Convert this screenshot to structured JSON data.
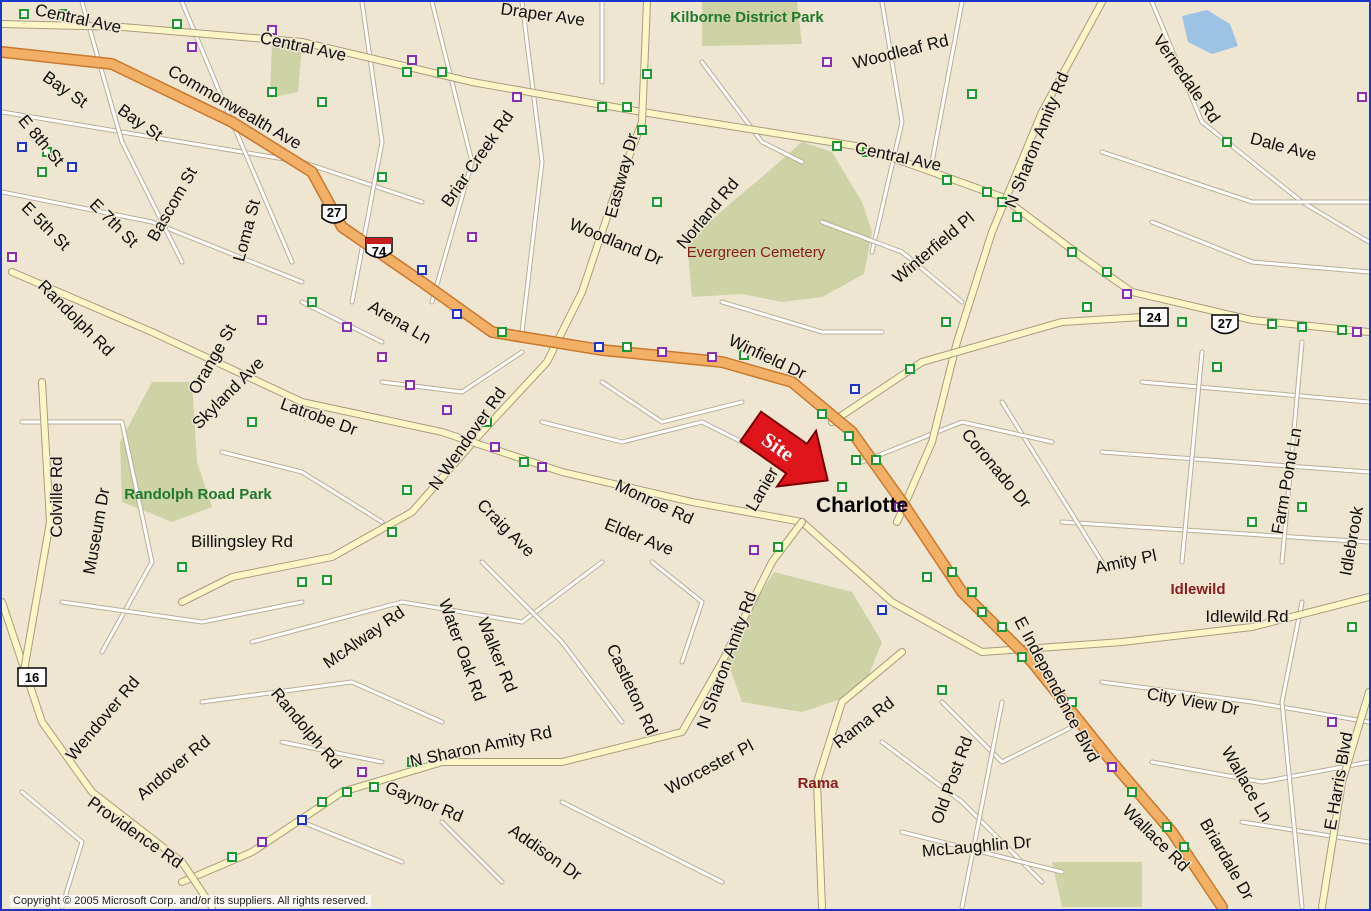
{
  "map": {
    "site_marker": "Site",
    "city": "Charlotte",
    "copyright": "Copyright © 2005 Microsoft Corp. and/or its suppliers. All rights reserved.",
    "colors": {
      "border": "#1a35c9",
      "land": "#efe6d2",
      "park": "#cdd3a4",
      "highway": "#f2b066",
      "arterial": "#fbf6c6",
      "site_arrow": "#e0151b"
    },
    "shields": [
      "27",
      "74",
      "24",
      "27",
      "16"
    ],
    "parks": [
      "Kilborne District Park",
      "Randolph Road Park"
    ],
    "cemetery": "Evergreen Cemetery",
    "neighborhoods": [
      "Idlewild",
      "Rama"
    ],
    "streets": [
      "Central Ave",
      "Central Ave",
      "Central Ave",
      "Commonwealth Ave",
      "Draper Ave",
      "Woodleaf Rd",
      "Bay St",
      "Bay St",
      "E 8th St",
      "E 7th St",
      "E 5th St",
      "Bascom St",
      "Loma St",
      "Briar Creek Rd",
      "Eastway Dr",
      "Norland Rd",
      "Woodland Dr",
      "N Sharon Amity Rd",
      "Vernedale Rd",
      "Dale Ave",
      "Winterfield Pl",
      "Randolph Rd",
      "Orange St",
      "Skyland Ave",
      "Arena Ln",
      "N Wendover Rd",
      "Latrobe Dr",
      "Winfield Dr",
      "Coronado Dr",
      "Farm Pond Ln",
      "Idlebrook",
      "Colville Rd",
      "Museum Dr",
      "Billingsley Rd",
      "Craig Ave",
      "Monroe Rd",
      "Elder Ave",
      "Lanier",
      "Amity Pl",
      "Idlewild Rd",
      "N Sharon Amity Rd",
      "McAlway Rd",
      "Water Oak Rd",
      "Walker Rd",
      "Castleton Rd",
      "City View Dr",
      "Wendover Rd",
      "Andover Rd",
      "Randolph Rd",
      "N Sharon Amity Rd",
      "Rama Rd",
      "Old Post Rd",
      "E Independence Blvd",
      "Wallace Ln",
      "E Harris Blvd",
      "Providence Rd",
      "Gaynor Rd",
      "Addison Dr",
      "Worcester Pl",
      "McLaughlin Dr",
      "Wallace Rd",
      "Briardale Dr"
    ]
  }
}
